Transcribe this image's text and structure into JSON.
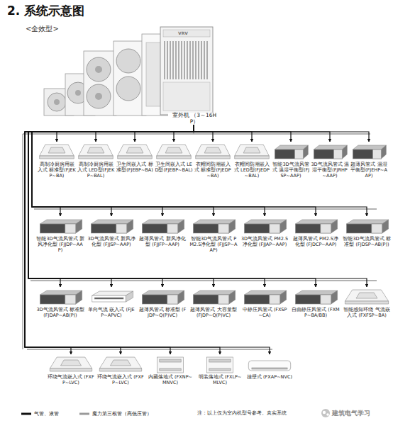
{
  "diagram": {
    "title": "2. 系统示意图",
    "nodes": [
      {
        "text": [
          "室外机 （3～16HP）"
        ]
      },
      {
        "text": [
          "高制冷厨房用嵌入式 标准型(FJEKP~BA)"
        ]
      },
      {
        "text": [
          "高制冷厨房用嵌入式 LED型(FJEKP~BAL)"
        ]
      },
      {
        "text": [
          "卫生间嵌入式 标准型(FJEBP~BA)"
        ]
      },
      {
        "text": [
          "卫生间嵌入式 LED型(FJEBP~BAL)"
        ]
      },
      {
        "text": [
          "衣帽间防潮嵌入式 标准型(FJEDP~BA)"
        ]
      },
      {
        "text": [
          "衣帽间防潮嵌入式 LED型(FJEDP~BAL)"
        ]
      },
      {
        "text": [
          "智能3D气流风管式 温湿平衡型(FJSP~AAP)"
        ]
      },
      {
        "text": [
          "3D气流风管式 温湿平衡型(FJRHP~AAP)"
        ]
      },
      {
        "text": [
          "超薄风管式 温湿平衡型(FJEHP~AAP)"
        ]
      },
      {
        "text": [
          "智能3D气流风管式 新风净化型 (FJJDP~AAP)"
        ]
      },
      {
        "text": [
          "3D气流风管式 新风净化型 (FJJSP~AAP)"
        ]
      },
      {
        "text": [
          "超薄风管式 新风净化型 (FJJFP~AAP)"
        ]
      },
      {
        "text": [
          "智能3D气流风管式 PM2.5净化型 (FJJSP~AAP)"
        ]
      },
      {
        "text": [
          "3D气流风管式 PM2.5净化型 (FJJAP~AAP)"
        ]
      },
      {
        "text": [
          "超薄风管式 PM2.5净化型 (FJDCP~AAP)"
        ]
      },
      {
        "text": [
          "智能3D气流风管式 标准型 (FJDSP~AB(P))"
        ]
      },
      {
        "text": [
          "3D气流风管式 标准型 (FJDAP~AB(P))"
        ]
      },
      {
        "text": [
          "单向气流 嵌入式 (FJEP~APVC)"
        ]
      },
      {
        "text": [
          "超薄风管式 标准型 (FJDP~Q(P)VC)"
        ]
      },
      {
        "text": [
          "超薄风管式 大容量型 (FJDP~Q(P)VC)"
        ]
      },
      {
        "text": [
          "中静压风管式 (FXSP~CA)"
        ]
      },
      {
        "text": [
          "自由静压风管式 (FXMP~BA/BB)"
        ]
      },
      {
        "text": [
          "智能感知环绕 气流嵌入式 (FXFSP~BA)"
        ]
      },
      {
        "text": [
          "环绕气流嵌入式 (FXFP~LVC)"
        ]
      },
      {
        "text": [
          "环绕气流嵌入式 (FXFP~LVC)"
        ]
      },
      {
        "text": [
          "内藏落地式 (FXNP~MNVC)"
        ]
      },
      {
        "text": [
          "明装落地式 (FXLP~MLVC)"
        ]
      },
      {
        "text": [
          "挂壁式 (FXAP~NVC)"
        ]
      }
    ],
    "edges": [
      {
        "from": 0,
        "to": 1,
        "arrow": "to"
      },
      {
        "from": 0,
        "to": 2,
        "arrow": "to"
      },
      {
        "from": 0,
        "to": 3,
        "arrow": "to"
      },
      {
        "from": 0,
        "to": 4,
        "arrow": "to"
      },
      {
        "from": 0,
        "to": 5,
        "arrow": "to"
      },
      {
        "from": 0,
        "to": 6,
        "arrow": "to"
      },
      {
        "from": 0,
        "to": 7,
        "arrow": "to"
      },
      {
        "from": 0,
        "to": 8,
        "arrow": "to"
      },
      {
        "from": 0,
        "to": 9,
        "arrow": "to"
      },
      {
        "from": 0,
        "to": 10,
        "arrow": "to"
      },
      {
        "from": 0,
        "to": 11,
        "arrow": "to"
      },
      {
        "from": 0,
        "to": 12,
        "arrow": "to"
      },
      {
        "from": 0,
        "to": 13,
        "arrow": "to"
      },
      {
        "from": 0,
        "to": 14,
        "arrow": "to"
      },
      {
        "from": 0,
        "to": 15,
        "arrow": "to"
      },
      {
        "from": 0,
        "to": 16,
        "arrow": "to"
      },
      {
        "from": 0,
        "to": 17,
        "arrow": "to"
      },
      {
        "from": 0,
        "to": 18,
        "arrow": "to"
      },
      {
        "from": 0,
        "to": 19,
        "arrow": "to"
      },
      {
        "from": 0,
        "to": 20,
        "arrow": "to"
      },
      {
        "from": 0,
        "to": 21,
        "arrow": "to"
      },
      {
        "from": 0,
        "to": 22,
        "arrow": "to"
      },
      {
        "from": 0,
        "to": 23,
        "arrow": "to"
      },
      {
        "from": 0,
        "to": 24,
        "arrow": "to"
      },
      {
        "from": 0,
        "to": 25,
        "arrow": "to"
      },
      {
        "from": 0,
        "to": 26,
        "arrow": "to"
      },
      {
        "from": 0,
        "to": 27,
        "arrow": "to"
      },
      {
        "from": 0,
        "to": 28,
        "arrow": "to"
      }
    ],
    "labels": [
      "<全效型>",
      "VRV",
      "注：以上仅为室内机型号参考。真实系统",
      "建筑电气学习"
    ],
    "legend": [
      {
        "text": "气管、液管"
      },
      {
        "text": "魔力第三根管（高低压管）"
      }
    ]
  }
}
